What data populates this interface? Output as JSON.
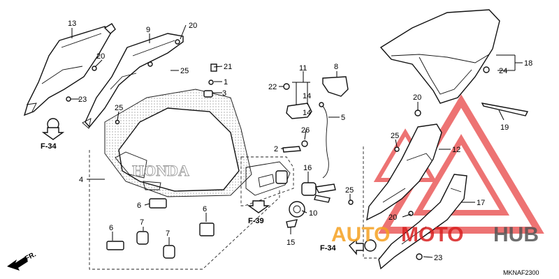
{
  "diagram_code": "MKNAF2300",
  "direction": {
    "label": "FR."
  },
  "watermark": {
    "left": "AUTO",
    "mid": "MOTO",
    "right": "HUB",
    "color_orange": "#f5a020",
    "color_red": "#d92020",
    "color_gray": "#555555"
  },
  "seat_logo": "HONDA",
  "refs": {
    "left": "F-34",
    "mid": "F-39",
    "right": "F-34"
  },
  "callouts": {
    "p1": "1",
    "p2": "2",
    "p3": "3",
    "p4": "4",
    "p5": "5",
    "p6a": "6",
    "p6b": "6",
    "p6c": "6",
    "p7a": "7",
    "p7b": "7",
    "p8": "8",
    "p9": "9",
    "p10": "10",
    "p11": "11",
    "p12": "12",
    "p13": "13",
    "p14a": "14",
    "p14b": "14",
    "p15": "15",
    "p16": "16",
    "p17": "17",
    "p18": "18",
    "p19": "19",
    "p20a": "20",
    "p20b": "20",
    "p20c": "20",
    "p20d": "20",
    "p21": "21",
    "p22": "22",
    "p23a": "23",
    "p23b": "23",
    "p24": "24",
    "p25a": "25",
    "p25b": "25",
    "p25c": "25",
    "p25d": "25",
    "p26": "26"
  }
}
